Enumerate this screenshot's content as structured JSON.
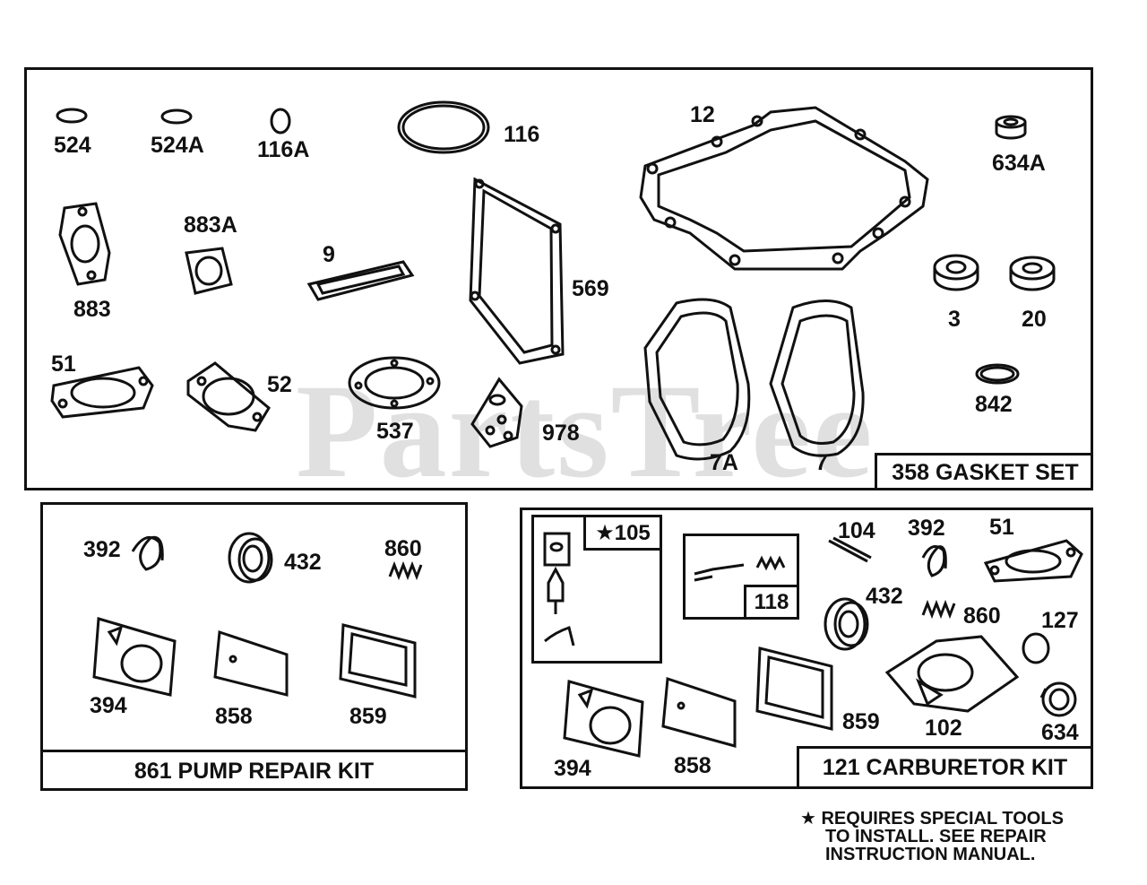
{
  "watermark": "PartsTree",
  "panels": {
    "gasket_set": {
      "title": "358 GASKET SET",
      "labels": {
        "p524": "524",
        "p524a": "524A",
        "p116a": "116A",
        "p116": "116",
        "p12": "12",
        "p634a": "634A",
        "p883a": "883A",
        "p883": "883",
        "p9": "9",
        "p569": "569",
        "p3": "3",
        "p20": "20",
        "p51": "51",
        "p52": "52",
        "p537": "537",
        "p978": "978",
        "p7a": "7A",
        "p7": "7",
        "p842": "842"
      }
    },
    "pump_kit": {
      "title": "861 PUMP REPAIR KIT",
      "labels": {
        "p392": "392",
        "p432": "432",
        "p860": "860",
        "p394": "394",
        "p858": "858",
        "p859": "859"
      }
    },
    "carb_kit": {
      "title": "121 CARBURETOR KIT",
      "labels": {
        "p105": "★105",
        "p118": "118",
        "p104": "104",
        "p392": "392",
        "p51": "51",
        "p432": "432",
        "p860": "860",
        "p127": "127",
        "p859": "859",
        "p102": "102",
        "p634": "634",
        "p394": "394",
        "p858": "858"
      }
    }
  },
  "footnote": [
    "★ REQUIRES SPECIAL TOOLS",
    "TO INSTALL.  SEE REPAIR",
    "INSTRUCTION MANUAL."
  ]
}
